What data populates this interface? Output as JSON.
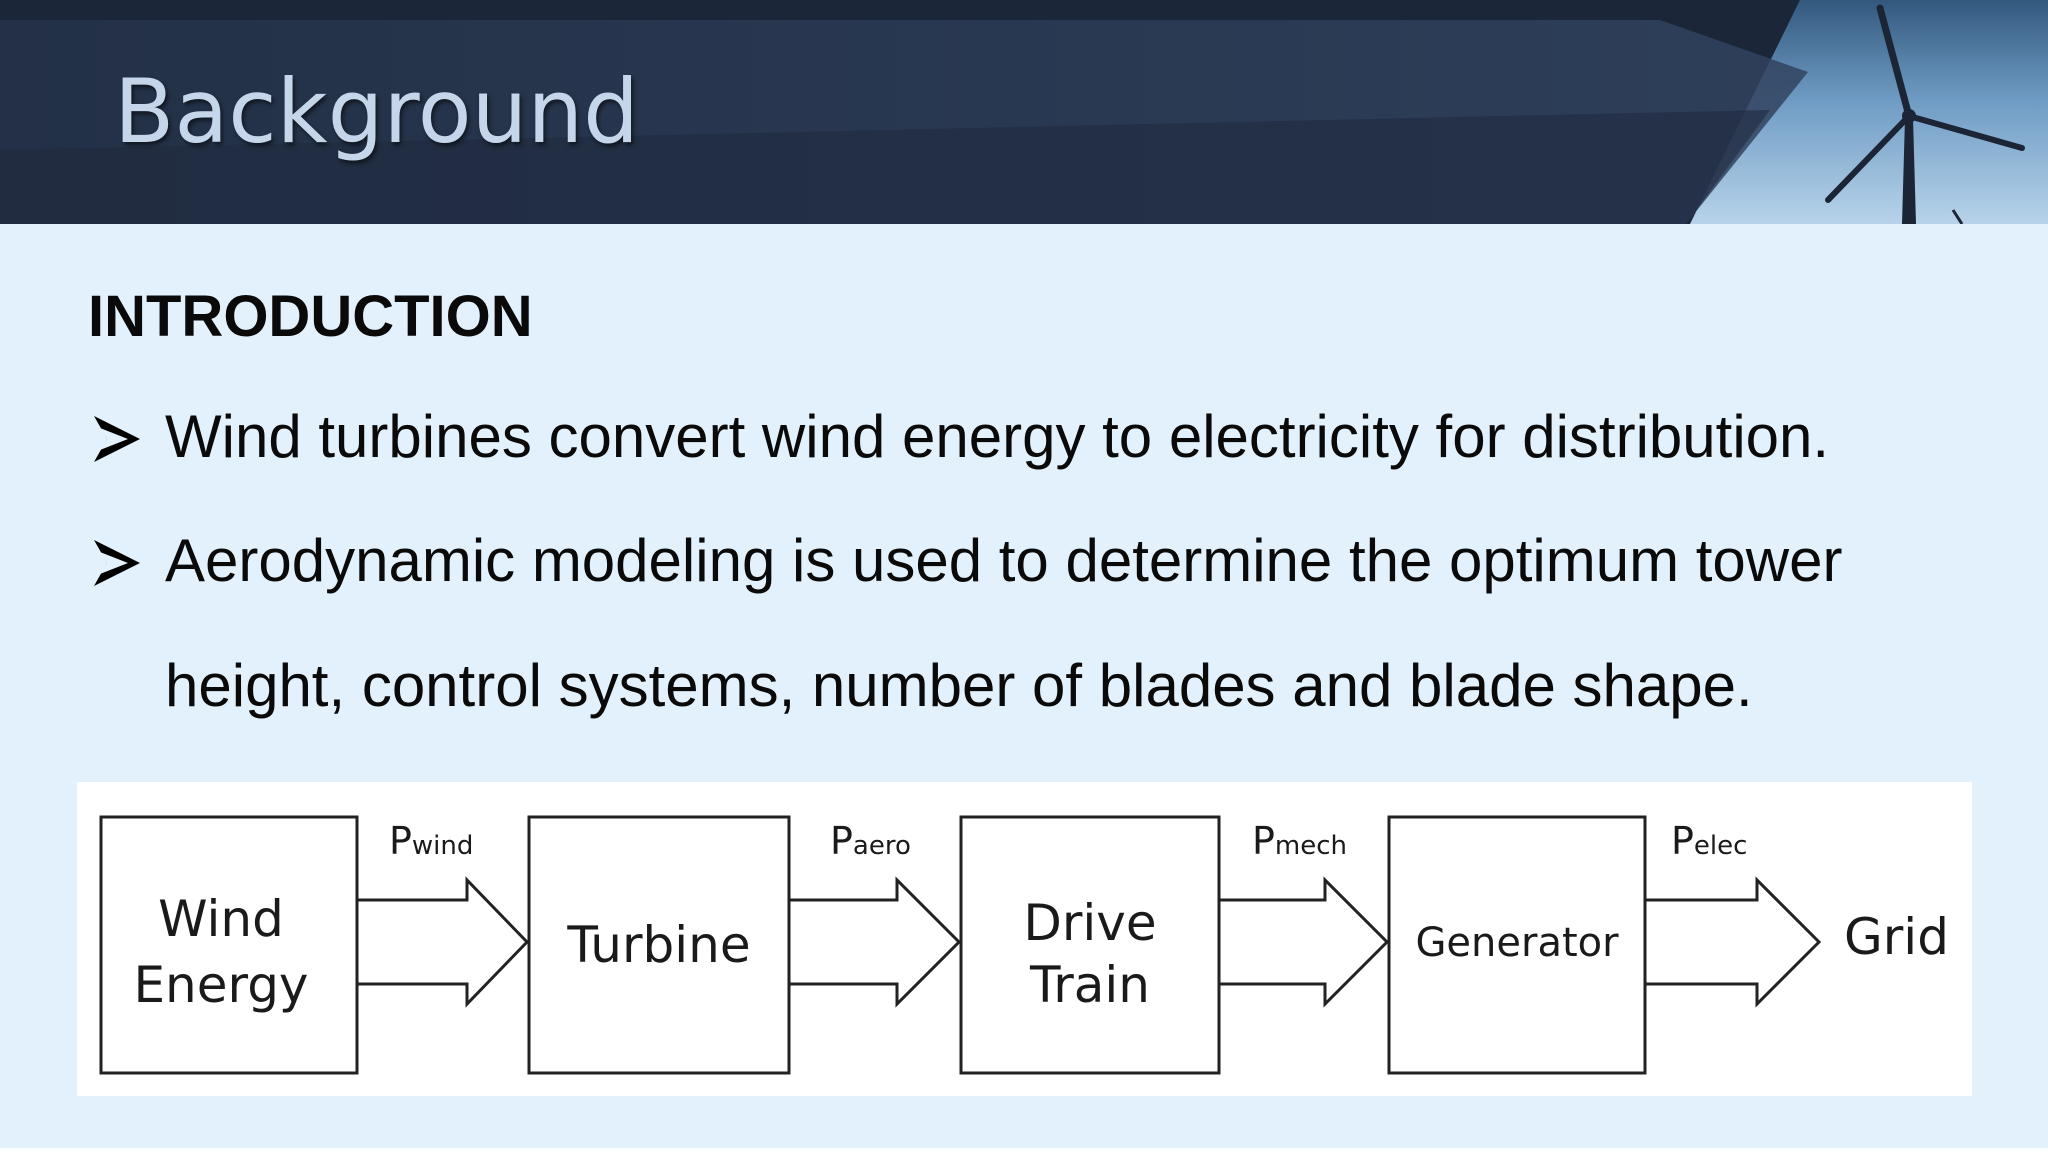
{
  "header": {
    "title": "Background"
  },
  "section": {
    "heading": "INTRODUCTION"
  },
  "bullets": [
    {
      "line1": "Wind turbines convert wind energy to electricity for distribution."
    },
    {
      "line1": "Aerodynamic modeling is used to determine the optimum tower",
      "line2": "height, control systems, number of blades and blade shape."
    }
  ],
  "diagram": {
    "boxes": [
      {
        "line1": "Wind",
        "line2": "Energy"
      },
      {
        "line1": "Turbine"
      },
      {
        "line1": "Drive",
        "line2": "Train"
      },
      {
        "line1": "Generator"
      }
    ],
    "arrows": [
      {
        "symbol": "P",
        "subscript": "wind"
      },
      {
        "symbol": "P",
        "subscript": "aero"
      },
      {
        "symbol": "P",
        "subscript": "mech"
      },
      {
        "symbol": "P",
        "subscript": "elec"
      }
    ],
    "output": "Grid"
  },
  "colors": {
    "header_bg": "#1c2639",
    "header_band": "#2c3e59",
    "slide_bg": "#e3f1fc",
    "title": "#c5d6ea",
    "text": "#0a0a0a"
  },
  "icons": {
    "bullet": "arrowhead-bullet-icon",
    "header_image": "wind-turbine-icon"
  }
}
